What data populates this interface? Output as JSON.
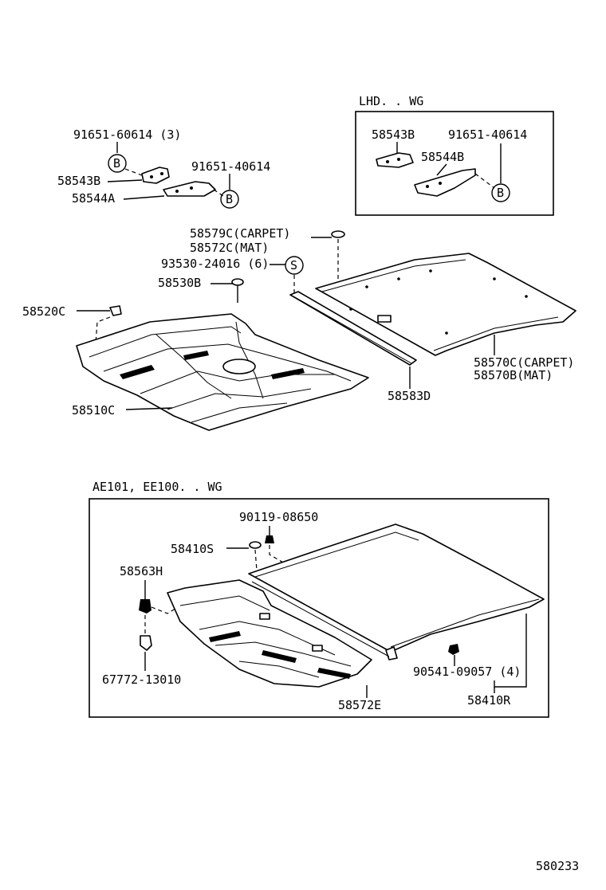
{
  "boxes": {
    "lhd_title": "LHD. . WG",
    "ae_title": "AE101, EE100. . WG"
  },
  "labels": {
    "p91651_60614": "91651-60614 (3)",
    "p58543B_a": "58543B",
    "p91651_40614_a": "91651-40614",
    "p58544A": "58544A",
    "p58543B_b": "58543B",
    "p91651_40614_b": "91651-40614",
    "p58544B": "58544B",
    "p58579C": "58579C(CARPET)",
    "p58572C": "58572C(MAT)",
    "p93530": "93530-24016 (6)",
    "p58530B": "58530B",
    "p58520C": "58520C",
    "p58510C": "58510C",
    "p58570C": "58570C(CARPET)",
    "p58570B": "58570B(MAT)",
    "p58583D": "58583D",
    "p90119": "90119-08650",
    "p58410S": "58410S",
    "p58563H": "58563H",
    "p67772": "67772-13010",
    "p58572E": "58572E",
    "p90541": "90541-09057 (4)",
    "p58410R": "58410R"
  },
  "symbols": {
    "b1": "B",
    "b2": "B",
    "b3": "B",
    "s1": "S"
  },
  "figure_id": "580233"
}
